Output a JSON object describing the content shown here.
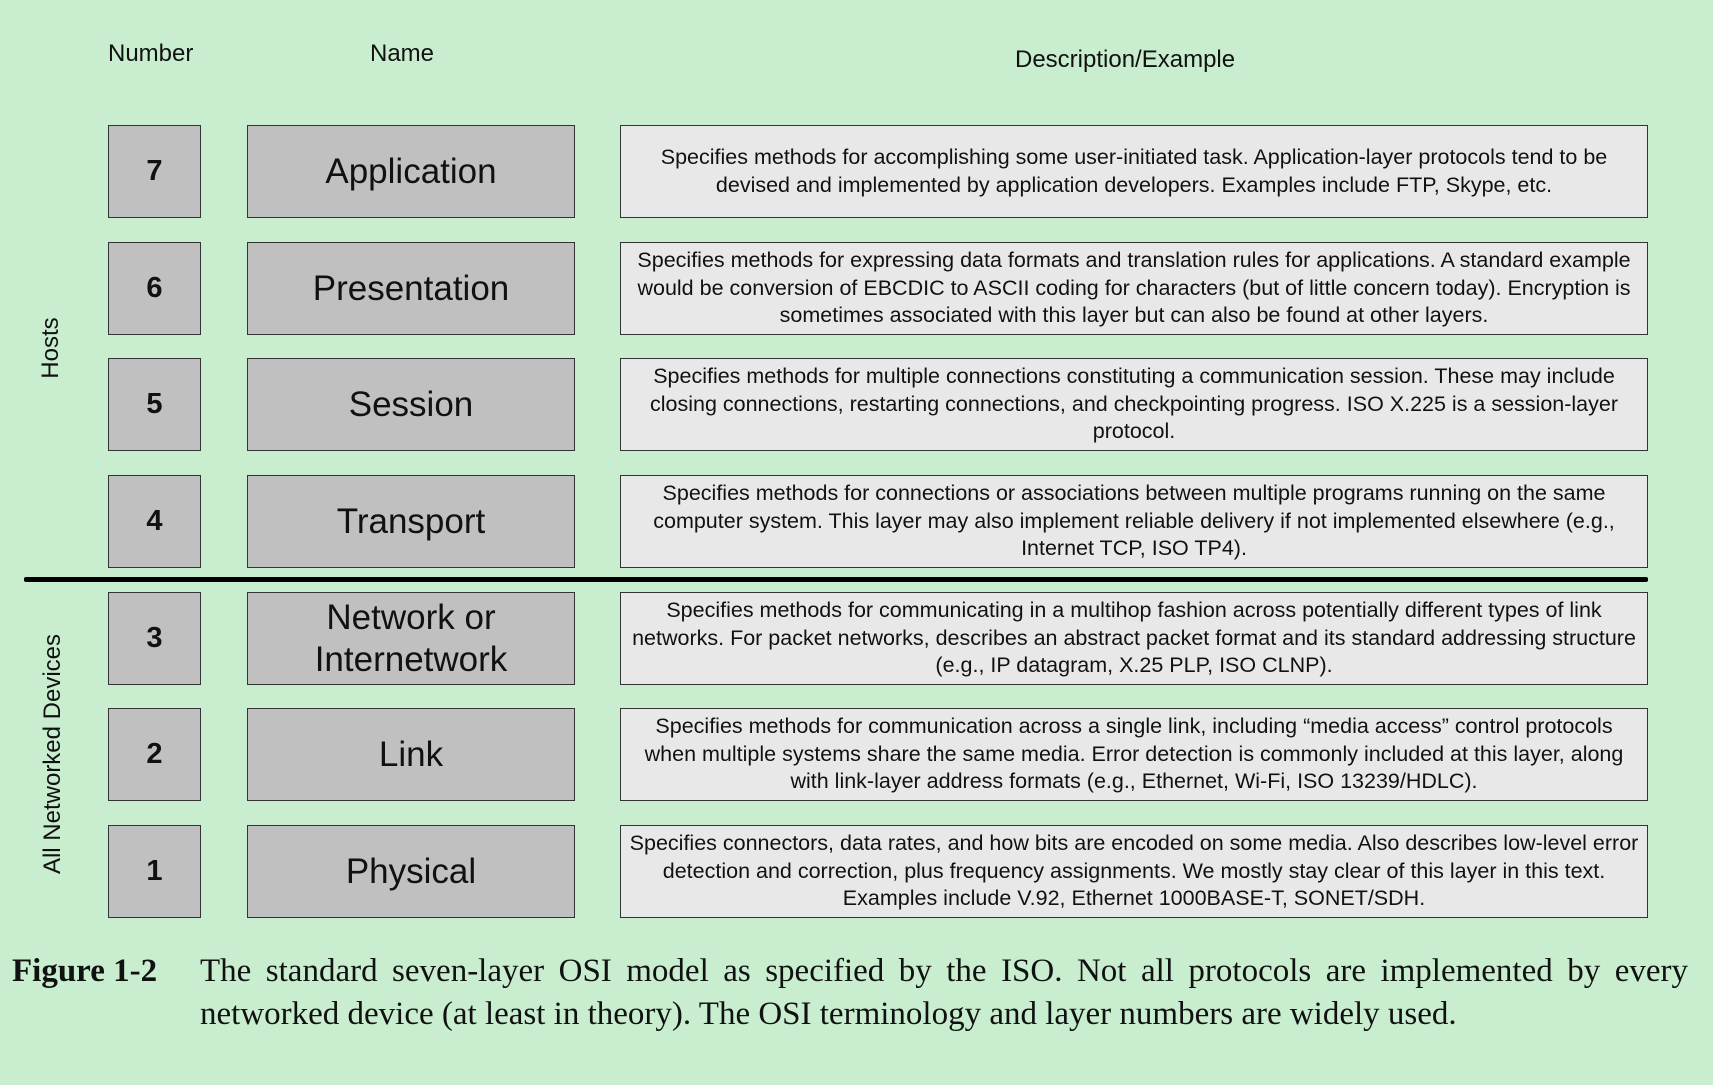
{
  "headers": {
    "number": "Number",
    "name": "Name",
    "description": "Description/Example"
  },
  "groups": {
    "hosts": "Hosts",
    "all_networked": "All Networked Devices"
  },
  "layers": [
    {
      "number": "7",
      "name": "Application",
      "description": "Specifies methods for accomplishing some user-initiated task. Application-layer protocols tend to be devised and implemented by application developers.  Examples include FTP, Skype, etc."
    },
    {
      "number": "6",
      "name": "Presentation",
      "description": "Specifies methods for expressing data formats and translation rules for applications. A standard example would be conversion of EBCDIC to ASCII coding for characters (but of little concern today).  Encryption is sometimes associated with this layer but can also be found at other layers."
    },
    {
      "number": "5",
      "name": "Session",
      "description": "Specifies methods for multiple connections constituting a communication session. These may include closing connections, restarting connections, and checkpointing progress. ISO X.225 is a session-layer protocol."
    },
    {
      "number": "4",
      "name": "Transport",
      "description": "Specifies methods for connections or associations between multiple programs running on the same computer system. This layer may also implement reliable delivery if not implemented elsewhere (e.g., Internet TCP, ISO TP4)."
    },
    {
      "number": "3",
      "name": "Network or Internetwork",
      "description": "Specifies methods for communicating in a multihop fashion across potentially different types of link networks. For packet networks, describes an abstract packet format and its standard addressing structure (e.g., IP datagram, X.25 PLP, ISO CLNP)."
    },
    {
      "number": "2",
      "name": "Link",
      "description": "Specifies methods for communication across a single link, including “media access” control protocols when multiple systems share the same media. Error detection is commonly included at this layer, along with link-layer address formats (e.g., Ethernet, Wi-Fi, ISO 13239/HDLC)."
    },
    {
      "number": "1",
      "name": "Physical",
      "description": "Specifies connectors, data rates, and how bits are encoded on some media. Also describes low-level error detection and correction, plus frequency assignments. We mostly stay clear of this layer in this text. Examples include V.92, Ethernet 1000BASE-T, SONET/SDH."
    }
  ],
  "caption": {
    "label": "Figure 1-2",
    "text": "The standard seven-layer OSI model as specified by the ISO. Not all protocols are implemented by every networked device (at least in theory). The OSI terminology and layer numbers are widely used."
  }
}
